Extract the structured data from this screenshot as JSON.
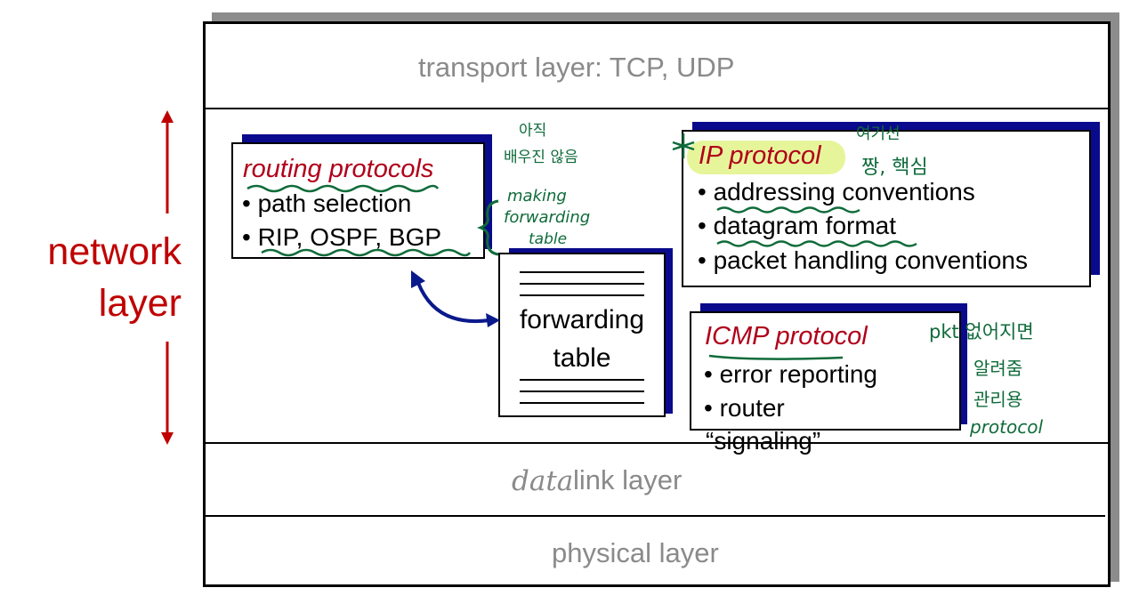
{
  "layers": {
    "transport": "transport layer: TCP, UDP",
    "data_link_annotation": "data",
    "data_link": "link layer",
    "physical": "physical layer"
  },
  "network_label": {
    "line1": "network",
    "line2": "layer"
  },
  "routing": {
    "title": "routing protocols",
    "items": [
      "path selection",
      "RIP, OSPF, BGP"
    ]
  },
  "forwarding_table": {
    "line1": "forwarding",
    "line2": "table"
  },
  "ip": {
    "title": "IP protocol",
    "items": [
      "addressing conventions",
      "datagram format",
      "packet handling conventions"
    ]
  },
  "icmp": {
    "title": "ICMP protocol",
    "items": [
      "error reporting",
      "router"
    ],
    "overflow": "“signaling”"
  },
  "handwritten_notes": {
    "routing_note_1": "아직",
    "routing_note_2": "배우진 않음",
    "making_1": "making",
    "making_2": "forwarding",
    "making_3": "table",
    "ip_note_1": "여기선",
    "ip_note_2": "짱, 핵심",
    "icmp_note_1": "pkt 없어지면",
    "icmp_note_2": "알려줌",
    "icmp_note_3": "관리용",
    "icmp_note_4": "protocol"
  },
  "colors": {
    "network_red": "#c00000",
    "title_red": "#b0001a",
    "box_shadow_navy": "#0a0a8c",
    "arrow_blue": "#0a1a8c",
    "annotation_green": "#0f6b3a",
    "highlight_yellow": "#e7f59a",
    "layer_gray": "#8a8a8a"
  }
}
